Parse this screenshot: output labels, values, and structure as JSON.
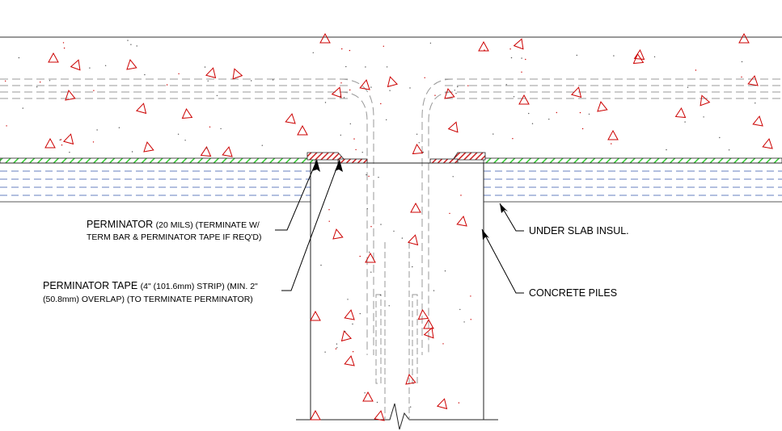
{
  "labels": {
    "perminator": {
      "line1_main": "PERMINATOR",
      "line1_detail": "(20 MILS) (TERMINATE W/",
      "line2": "TERM BAR & PERMINATOR TAPE IF REQ'D)"
    },
    "perminator_tape": {
      "line1_main": "PERMINATOR TAPE",
      "line1_detail": "(4\" (101.6mm) STRIP) (MIN. 2\"",
      "line2": "(50.8mm) OVERLAP) (TO TERMINATE PERMINATOR)"
    },
    "under_slab_insul": "UNDER SLAB INSUL.",
    "concrete_piles": "CONCRETE PILES"
  },
  "colors": {
    "line": "#000000",
    "concrete_mark": "#cc0000",
    "membrane_hatch": "#33cc33",
    "insulation_dash": "#3355aa",
    "rebar": "#999999",
    "tape_fill": "#cc2222"
  },
  "icons": {
    "aggregate": "red-triangle-aggregate",
    "arrow": "leader-arrowhead",
    "break": "break-line-symbol"
  }
}
